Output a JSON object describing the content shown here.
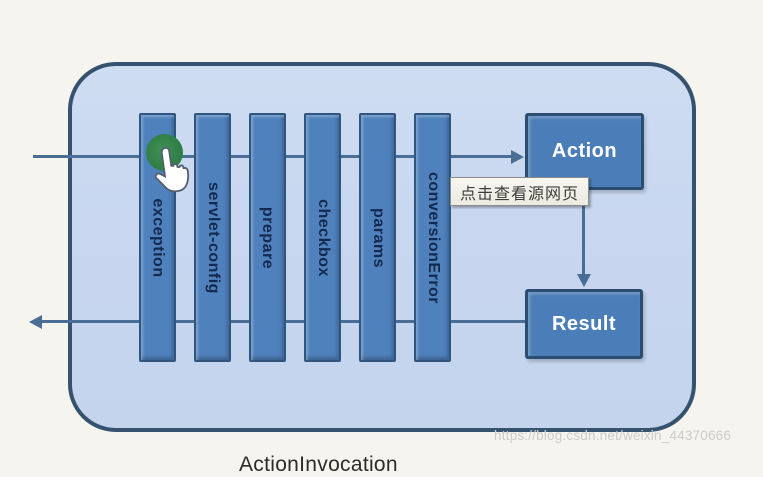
{
  "page": {
    "background": "#f5f4ef"
  },
  "diagram": {
    "container_label": "ActionInvocation",
    "interceptors": [
      {
        "label": "exception"
      },
      {
        "label": "servlet-config"
      },
      {
        "label": "prepare"
      },
      {
        "label": "checkbox"
      },
      {
        "label": "params"
      },
      {
        "label": "conversionError"
      }
    ],
    "action_label": "Action",
    "result_label": "Result",
    "arrows": [
      {
        "name": "request-arrow",
        "direction": "right",
        "from": "outside-left",
        "to": "Action"
      },
      {
        "name": "action-to-result-arrow",
        "direction": "down",
        "from": "Action",
        "to": "Result"
      },
      {
        "name": "response-arrow",
        "direction": "left",
        "from": "Result",
        "to": "outside-left"
      }
    ],
    "colors": {
      "container_fill": "#c8d7ef",
      "container_border": "#35526f",
      "bar_fill": "#4f81bd",
      "bar_border": "#2e567f",
      "bar_text": "#14294d",
      "box_fill": "#4b7eb8",
      "box_border": "#2b4d72",
      "box_text": "#ffffff",
      "arrow_line": "#4a6d96",
      "cursor_highlight": "#2e7d46"
    }
  },
  "tooltip": {
    "text": "点击查看源网页"
  },
  "watermark": {
    "text": "https://blog.csdn.net/weixin_44370666"
  }
}
